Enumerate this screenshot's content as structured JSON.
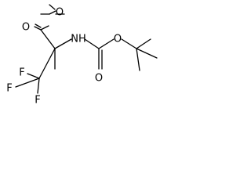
{
  "molecule": {
    "atom_labels": {
      "carbonyl_oxygen": "O",
      "ester_oxygen": "O",
      "amine_nitrogen": "NH",
      "carbamate_carbonyl_oxygen": "O",
      "carbamate_ester_oxygen": "O",
      "fluorine_top": "F",
      "fluorine_left": "F",
      "fluorine_bottom": "F"
    }
  }
}
